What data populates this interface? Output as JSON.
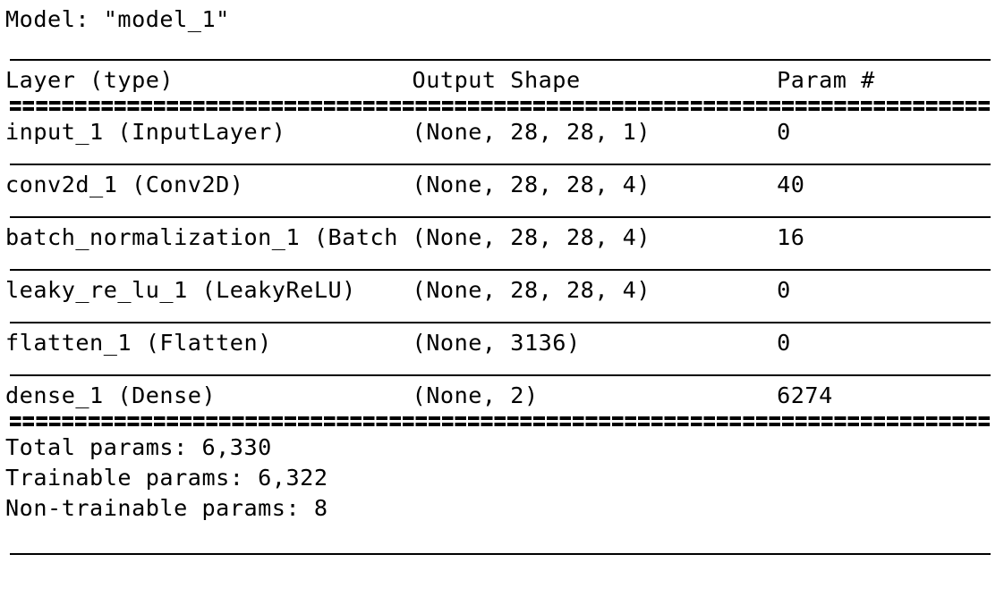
{
  "model_title": "Model: \"model_1\"",
  "table": {
    "columns": {
      "layer": "Layer (type)",
      "output_shape": "Output Shape",
      "param": "Param #"
    },
    "header_line": "Layer (type)                 Output Shape              Param #   ",
    "rows": [
      {
        "layer": "input_1 (InputLayer)",
        "output_shape": "(None, 28, 28, 1)",
        "param": "0",
        "text": "input_1 (InputLayer)         (None, 28, 28, 1)         0         "
      },
      {
        "layer": "conv2d_1 (Conv2D)",
        "output_shape": "(None, 28, 28, 4)",
        "param": "40",
        "text": "conv2d_1 (Conv2D)            (None, 28, 28, 4)         40        "
      },
      {
        "layer": "batch_normalization_1 (Batch",
        "output_shape": "(None, 28, 28, 4)",
        "param": "16",
        "text": "batch_normalization_1 (Batch (None, 28, 28, 4)         16        "
      },
      {
        "layer": "leaky_re_lu_1 (LeakyReLU)",
        "output_shape": "(None, 28, 28, 4)",
        "param": "0",
        "text": "leaky_re_lu_1 (LeakyReLU)    (None, 28, 28, 4)         0         "
      },
      {
        "layer": "flatten_1 (Flatten)",
        "output_shape": "(None, 3136)",
        "param": "0",
        "text": "flatten_1 (Flatten)          (None, 3136)              0         "
      },
      {
        "layer": "dense_1 (Dense)",
        "output_shape": "(None, 2)",
        "param": "6274",
        "text": "dense_1 (Dense)              (None, 2)                 6274      "
      }
    ]
  },
  "footer": {
    "total_params": "Total params: 6,330",
    "trainable_params": "Trainable params: 6,322",
    "non_trainable_params": "Non-trainable params: 8"
  },
  "colors": {
    "text": "#000000",
    "background": "#ffffff",
    "rule": "#000000"
  }
}
